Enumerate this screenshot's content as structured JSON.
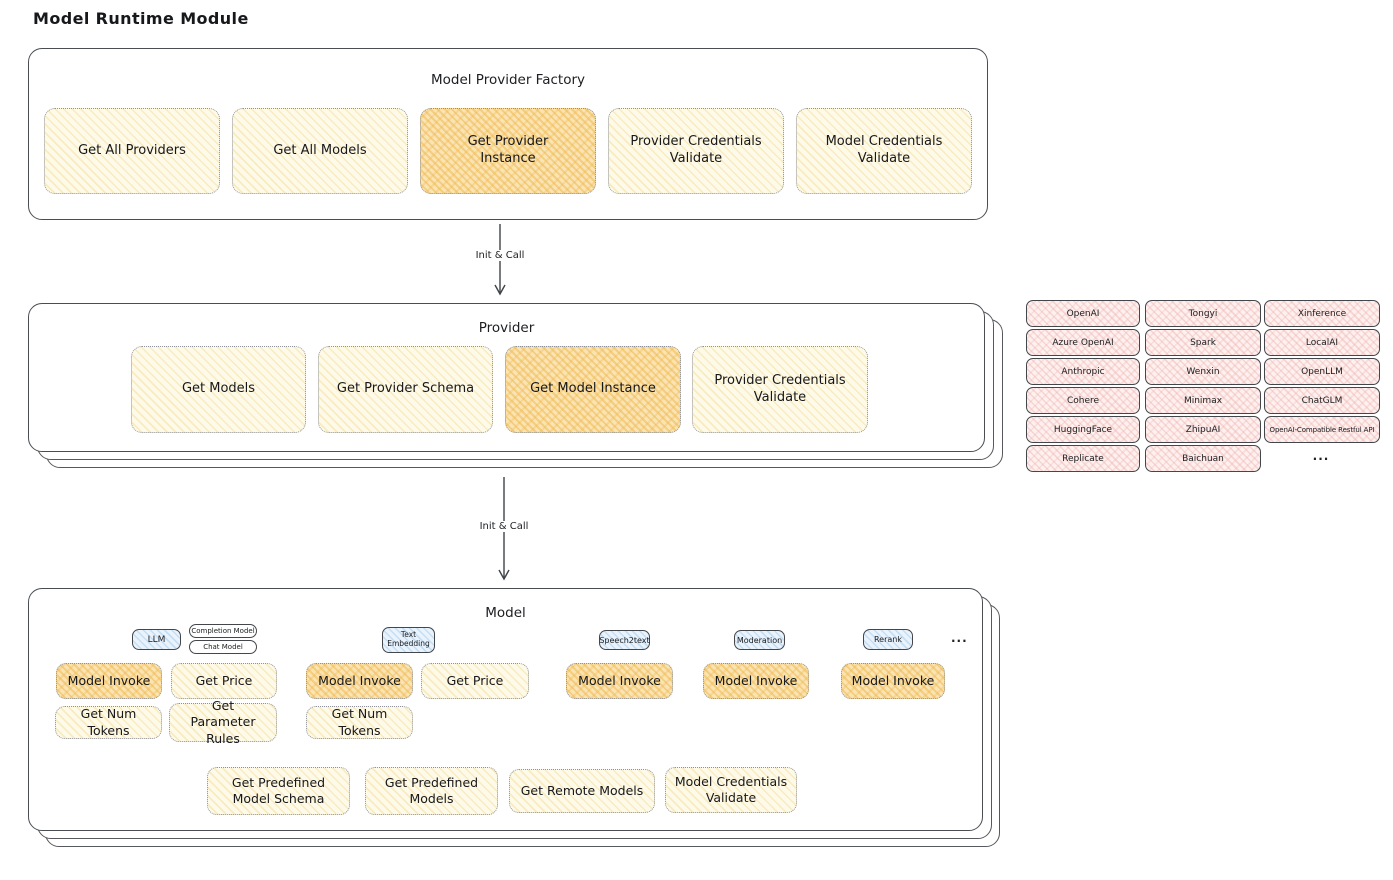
{
  "page_title": "Model Runtime Module",
  "arrows": {
    "init_call_1": "Init & Call",
    "init_call_2": "Init & Call"
  },
  "factory": {
    "title": "Model Provider Factory",
    "buttons": [
      "Get All Providers",
      "Get All Models",
      "Get Provider Instance",
      "Provider Credentials Validate",
      "Model Credentials Validate"
    ]
  },
  "provider": {
    "title": "Provider",
    "buttons": [
      "Get Models",
      "Get Provider Schema",
      "Get Model Instance",
      "Provider Credentials Validate"
    ]
  },
  "providers_list": {
    "col1": [
      "OpenAI",
      "Azure OpenAI",
      "Anthropic",
      "Cohere",
      "HuggingFace",
      "Replicate"
    ],
    "col2": [
      "Tongyi",
      "Spark",
      "Wenxin",
      "Minimax",
      "ZhipuAI",
      "Baichuan"
    ],
    "col3": [
      "Xinference",
      "LocalAI",
      "OpenLLM",
      "ChatGLM",
      "OpenAI-Compatible Restful API"
    ],
    "more": "..."
  },
  "model": {
    "title": "Model",
    "tags": {
      "llm": "LLM",
      "completion": "Completion Model",
      "chat": "Chat Model",
      "text_embedding": "Text Embedding",
      "speech2text": "Speech2text",
      "moderation": "Moderation",
      "rerank": "Rerank",
      "more": "..."
    },
    "llm_ops": [
      "Model Invoke",
      "Get Price",
      "Get Num Tokens",
      "Get Parameter Rules"
    ],
    "embedding_ops": [
      "Model Invoke",
      "Get Price",
      "Get Num Tokens"
    ],
    "speech2text_ops": [
      "Model Invoke"
    ],
    "moderation_ops": [
      "Model Invoke"
    ],
    "rerank_ops": [
      "Model Invoke"
    ],
    "common_ops": [
      "Get Predefined Model Schema",
      "Get Predefined Models",
      "Get Remote Models",
      "Model Credentials Validate"
    ]
  },
  "colors": {
    "highlight_fill": "#f8dda6",
    "yellow_fill": "#fdf5dc",
    "pink_fill": "#fbe9e8",
    "blue_fill": "#e4eff9",
    "border_dark": "#43464b",
    "border_dotted": "#8f9298"
  }
}
